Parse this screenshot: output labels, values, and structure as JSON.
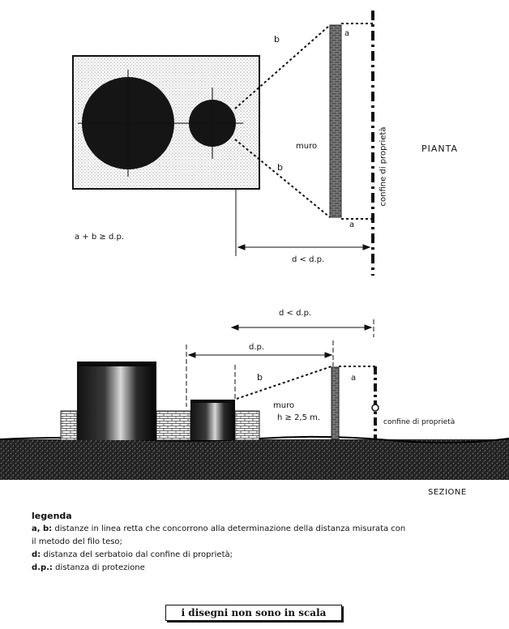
{
  "plan": {
    "label_b_top": "b",
    "label_a_top": "a",
    "label_wall": "muro",
    "label_b_bottom": "b",
    "label_a_bottom": "a",
    "view_title": "PIANTA",
    "property_boundary": "confine di proprietà",
    "formula": "a + b ≥ d.p.",
    "distance": "d < d.p."
  },
  "section": {
    "distance_top": "d < d.p.",
    "distance_dp": "d.p.",
    "label_b": "b",
    "label_a": "a",
    "label_wall": "muro",
    "wall_height": "h ≥ 2,5 m.",
    "property_boundary": "confine di proprietà",
    "view_title": "SEZIONE"
  },
  "legend": {
    "title": "legenda",
    "item_ab_key": "a, b:",
    "item_ab_text": "distanze in linea retta che concorrono alla determinazione della distanza misurata con",
    "item_ab_text2": "il metodo del filo teso;",
    "item_d_key": "d:",
    "item_d_text": "distanza del serbatoio dal confine di proprietà;",
    "item_dp_key": "d.p.:",
    "item_dp_text": "distanza di protezione"
  },
  "note": "i disegni non sono in scala"
}
